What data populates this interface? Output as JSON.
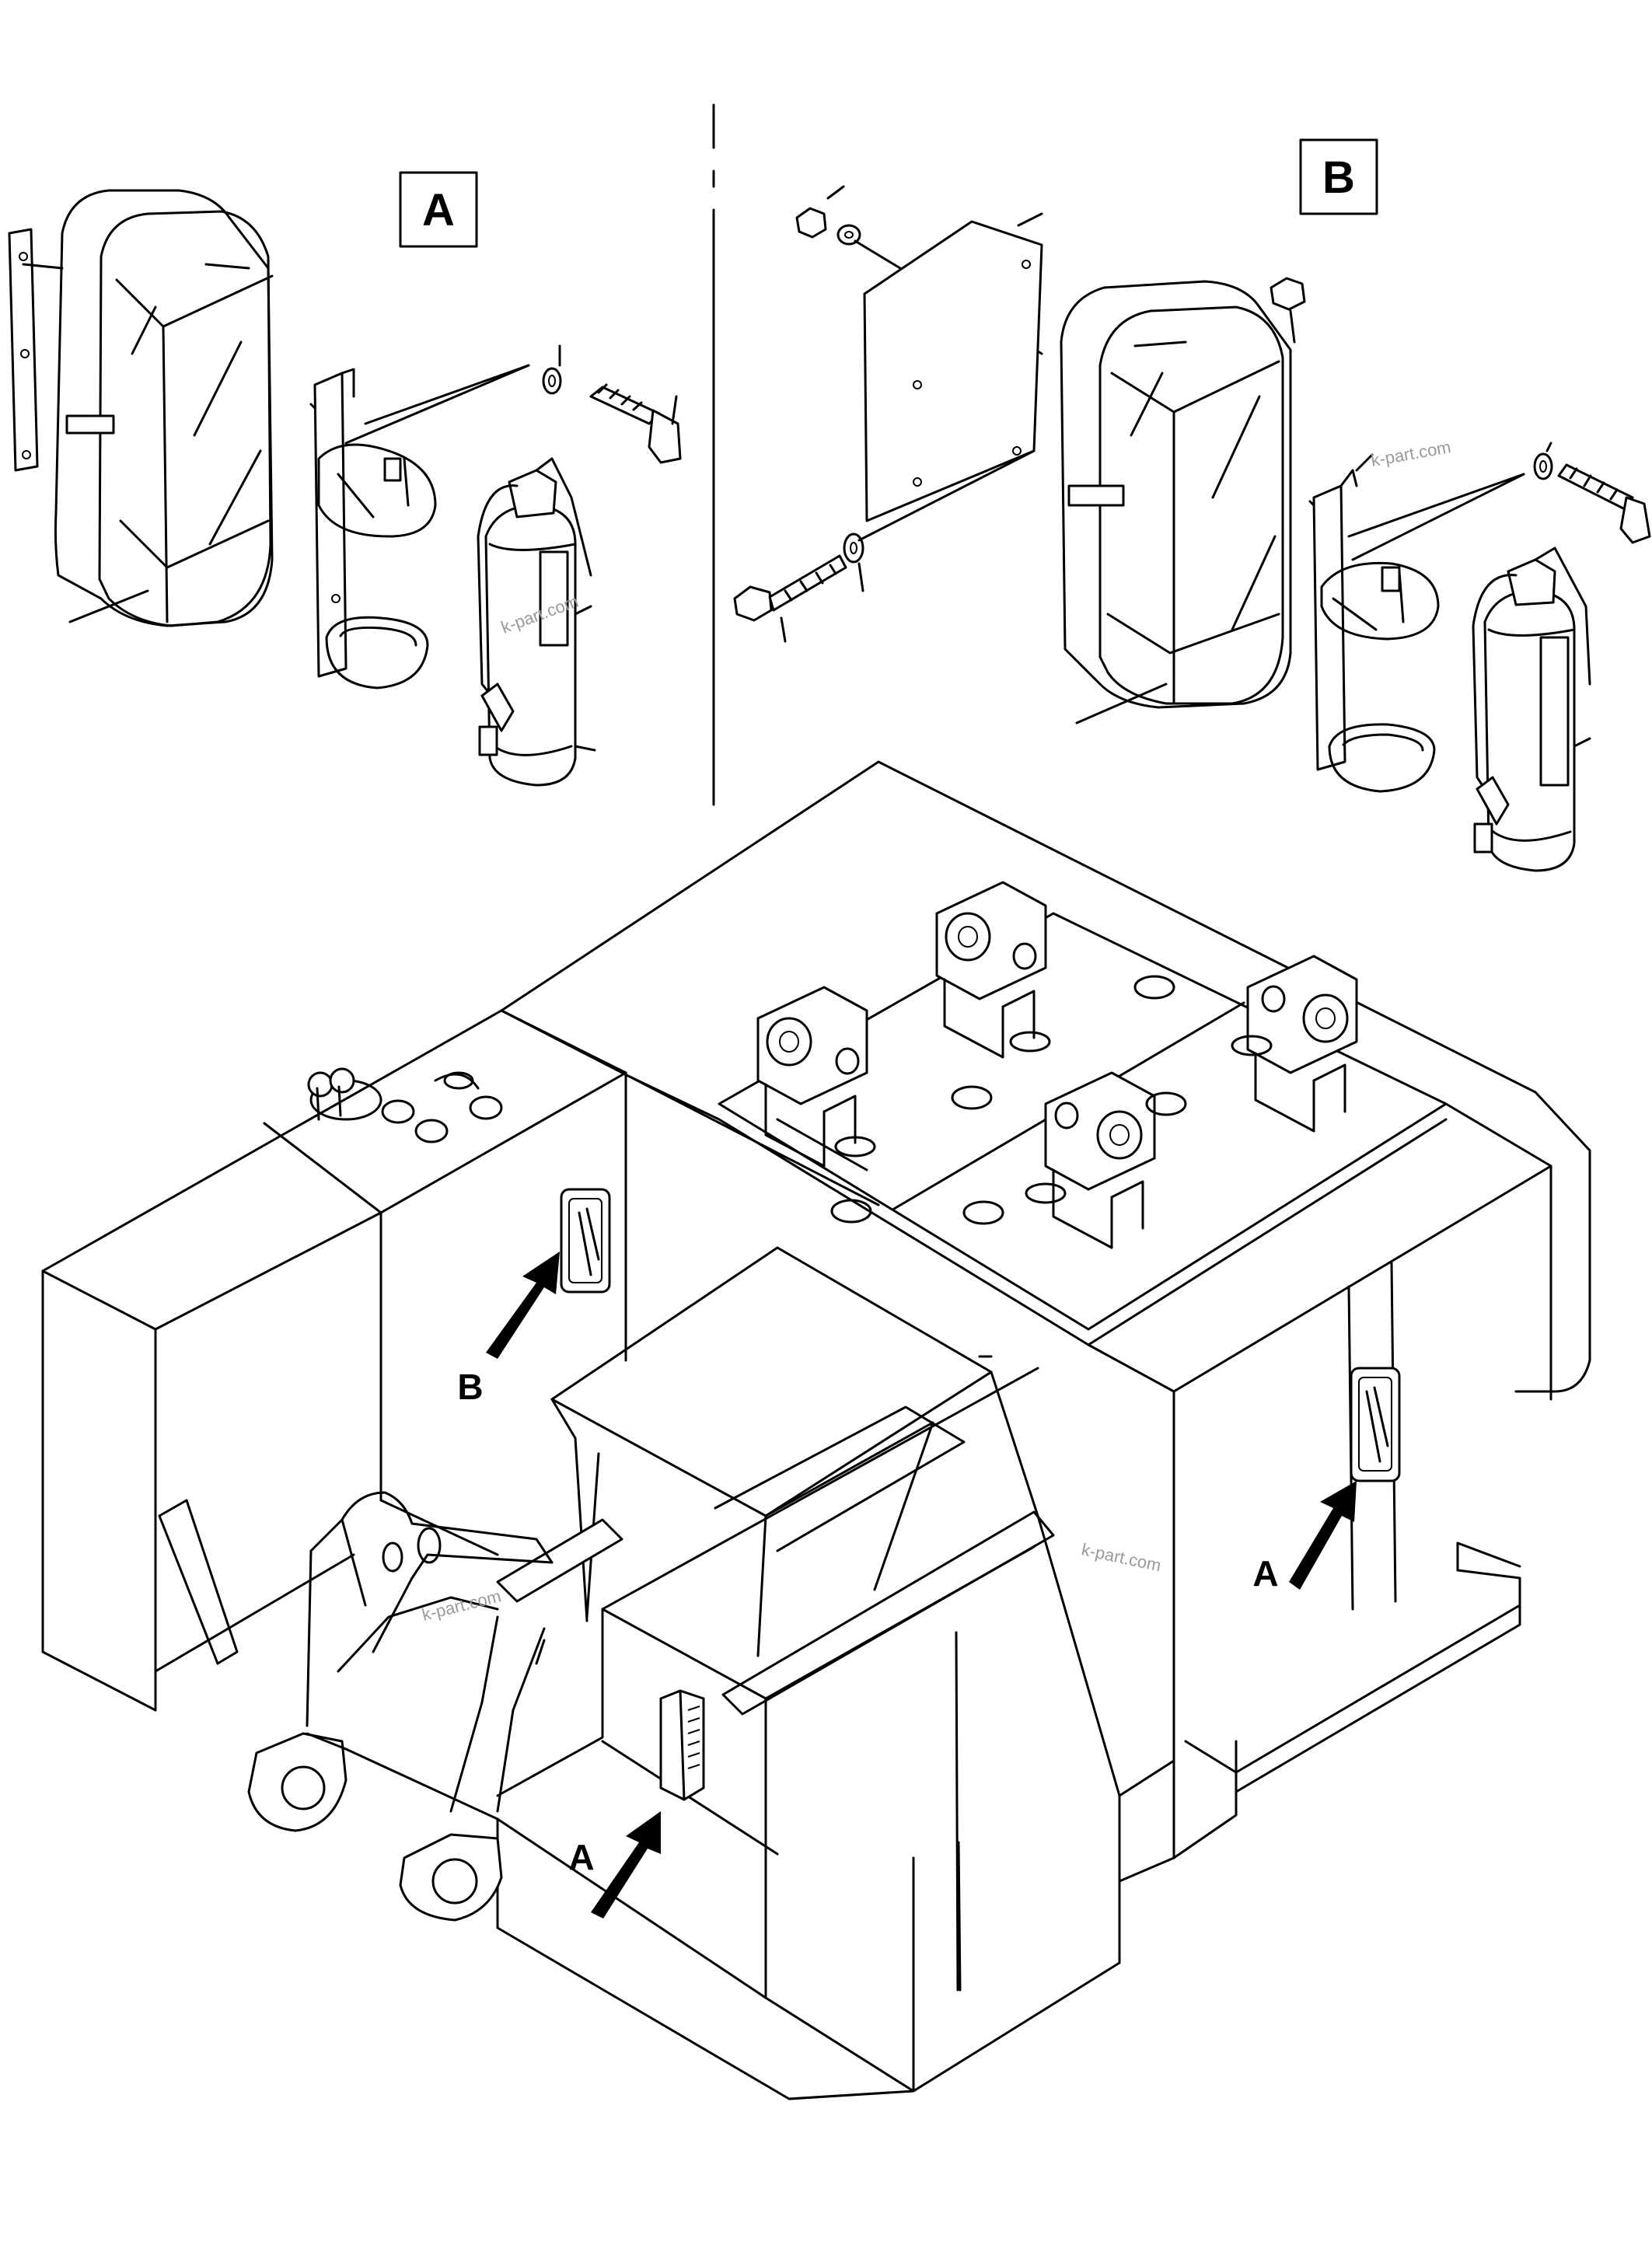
{
  "detail_a": {
    "label": "A"
  },
  "detail_b": {
    "label": "B"
  },
  "callouts": {
    "b_upper": "B",
    "a_right": "A",
    "a_center": "A"
  },
  "watermark": "k-part.com",
  "colors": {
    "line": "#000000",
    "background": "#ffffff",
    "watermark": "#9a9a9a"
  }
}
